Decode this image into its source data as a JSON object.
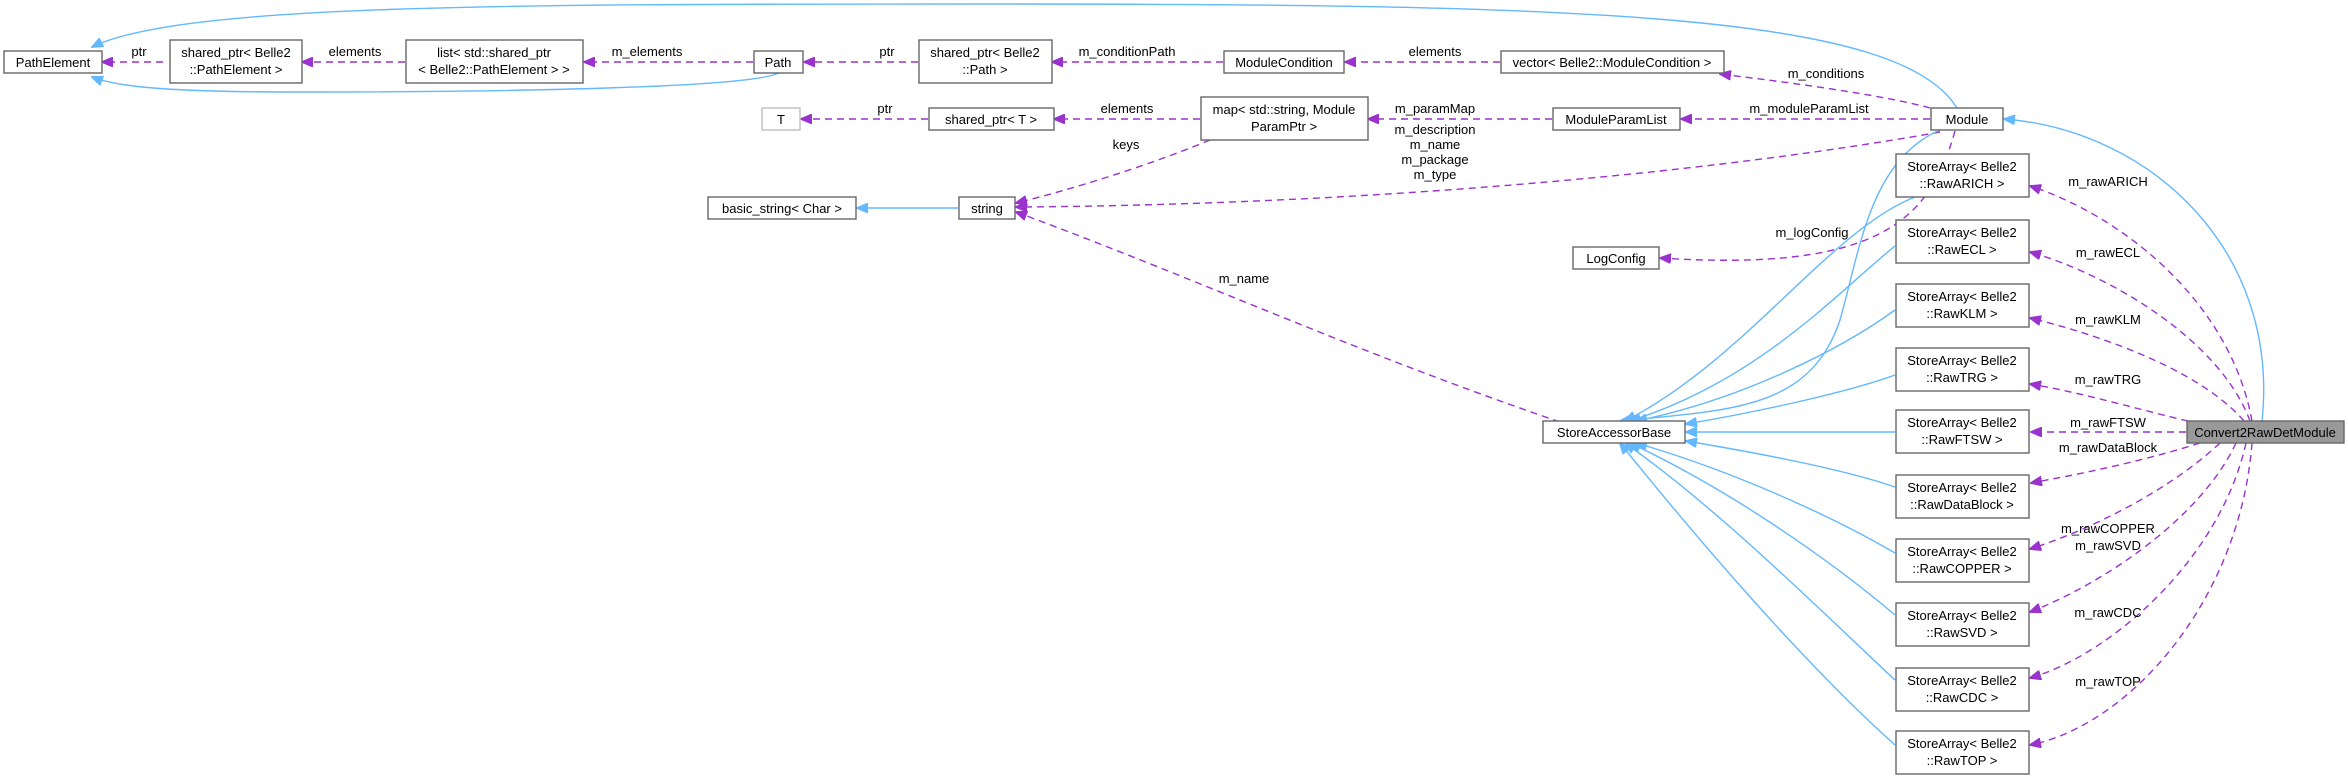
{
  "diagram": {
    "colors": {
      "inheritance_edge": "#63b8ff",
      "usage_edge": "#9a32cd",
      "focus_node_fill": "#999999",
      "node_border": "#666666"
    },
    "nodes": {
      "path_element": {
        "lines": [
          "PathElement"
        ]
      },
      "sp_path_element": {
        "lines": [
          "shared_ptr< Belle2",
          "::PathElement >"
        ]
      },
      "list_sp": {
        "lines": [
          "list< std::shared_ptr",
          "< Belle2::PathElement > >"
        ]
      },
      "path": {
        "lines": [
          "Path"
        ]
      },
      "sp_path": {
        "lines": [
          "shared_ptr< Belle2",
          "::Path >"
        ]
      },
      "module_condition": {
        "lines": [
          "ModuleCondition"
        ]
      },
      "vector_mc": {
        "lines": [
          "vector< Belle2::ModuleCondition >"
        ]
      },
      "module": {
        "lines": [
          "Module"
        ]
      },
      "t": {
        "lines": [
          "T"
        ]
      },
      "sp_t": {
        "lines": [
          "shared_ptr< T >"
        ]
      },
      "map_param": {
        "lines": [
          "map< std::string, Module",
          "ParamPtr >"
        ]
      },
      "module_param_list": {
        "lines": [
          "ModuleParamList"
        ]
      },
      "basic_string": {
        "lines": [
          "basic_string< Char >"
        ]
      },
      "string": {
        "lines": [
          "string"
        ]
      },
      "log_config": {
        "lines": [
          "LogConfig"
        ]
      },
      "store_accessor_base": {
        "lines": [
          "StoreAccessorBase"
        ]
      },
      "sa_arich": {
        "lines": [
          "StoreArray< Belle2",
          "::RawARICH >"
        ]
      },
      "sa_ecl": {
        "lines": [
          "StoreArray< Belle2",
          "::RawECL >"
        ]
      },
      "sa_klm": {
        "lines": [
          "StoreArray< Belle2",
          "::RawKLM >"
        ]
      },
      "sa_trg": {
        "lines": [
          "StoreArray< Belle2",
          "::RawTRG >"
        ]
      },
      "sa_ftsw": {
        "lines": [
          "StoreArray< Belle2",
          "::RawFTSW >"
        ]
      },
      "sa_datablock": {
        "lines": [
          "StoreArray< Belle2",
          "::RawDataBlock >"
        ]
      },
      "sa_copper": {
        "lines": [
          "StoreArray< Belle2",
          "::RawCOPPER >"
        ]
      },
      "sa_svd": {
        "lines": [
          "StoreArray< Belle2",
          "::RawSVD >"
        ]
      },
      "sa_cdc": {
        "lines": [
          "StoreArray< Belle2",
          "::RawCDC >"
        ]
      },
      "sa_top": {
        "lines": [
          "StoreArray< Belle2",
          "::RawTOP >"
        ]
      },
      "convert2raw": {
        "lines": [
          "Convert2RawDetModule"
        ]
      }
    },
    "edges": [
      {
        "id": "e-speptr-pe",
        "kind": "use",
        "labels": [
          "ptr"
        ]
      },
      {
        "id": "e-list-sppe",
        "kind": "use",
        "labels": [
          "elements"
        ]
      },
      {
        "id": "e-path-list",
        "kind": "use",
        "labels": [
          "m_elements"
        ]
      },
      {
        "id": "e-sppath-path",
        "kind": "use",
        "labels": [
          "ptr"
        ]
      },
      {
        "id": "e-mc-sppath",
        "kind": "use",
        "labels": [
          "m_conditionPath"
        ]
      },
      {
        "id": "e-vec-mc",
        "kind": "use",
        "labels": [
          "elements"
        ]
      },
      {
        "id": "e-module-vec",
        "kind": "use",
        "labels": [
          "m_conditions"
        ]
      },
      {
        "id": "e-spt-t",
        "kind": "use",
        "labels": [
          "ptr"
        ]
      },
      {
        "id": "e-map-spt",
        "kind": "use",
        "labels": [
          "elements"
        ]
      },
      {
        "id": "e-mpl-map",
        "kind": "use",
        "labels": [
          "m_paramMap"
        ]
      },
      {
        "id": "e-module-mpl",
        "kind": "use",
        "labels": [
          "m_moduleParamList"
        ]
      },
      {
        "id": "e-map-string",
        "kind": "use",
        "labels": [
          "keys"
        ]
      },
      {
        "id": "e-module-string",
        "kind": "use",
        "labels": [
          "m_description",
          "m_name",
          "m_package",
          "m_type"
        ]
      },
      {
        "id": "e-module-log",
        "kind": "use",
        "labels": [
          "m_logConfig"
        ]
      },
      {
        "id": "e-sab-string",
        "kind": "use",
        "labels": [
          "m_name"
        ]
      },
      {
        "id": "e-c2r-arich",
        "kind": "use",
        "labels": [
          "m_rawARICH"
        ]
      },
      {
        "id": "e-c2r-ecl",
        "kind": "use",
        "labels": [
          "m_rawECL"
        ]
      },
      {
        "id": "e-c2r-klm",
        "kind": "use",
        "labels": [
          "m_rawKLM"
        ]
      },
      {
        "id": "e-c2r-trg",
        "kind": "use",
        "labels": [
          "m_rawTRG"
        ]
      },
      {
        "id": "e-c2r-ftsw",
        "kind": "use",
        "labels": [
          "m_rawFTSW"
        ]
      },
      {
        "id": "e-c2r-datablock",
        "kind": "use",
        "labels": [
          "m_rawDataBlock"
        ]
      },
      {
        "id": "e-c2r-copper",
        "kind": "use",
        "labels": [
          "m_rawCOPPER"
        ]
      },
      {
        "id": "e-c2r-svd",
        "kind": "use",
        "labels": [
          "m_rawSVD"
        ]
      },
      {
        "id": "e-c2r-cdc",
        "kind": "use",
        "labels": [
          "m_rawCDC"
        ]
      },
      {
        "id": "e-c2r-top",
        "kind": "use",
        "labels": [
          "m_rawTOP"
        ]
      },
      {
        "id": "i-module-pe",
        "kind": "inherit",
        "labels": []
      },
      {
        "id": "i-path-pe",
        "kind": "inherit",
        "labels": []
      },
      {
        "id": "i-string-basic",
        "kind": "inherit",
        "labels": []
      },
      {
        "id": "i-module-sab",
        "kind": "inherit",
        "labels": []
      },
      {
        "id": "i-arich-sab",
        "kind": "inherit",
        "labels": []
      },
      {
        "id": "i-ecl-sab",
        "kind": "inherit",
        "labels": []
      },
      {
        "id": "i-klm-sab",
        "kind": "inherit",
        "labels": []
      },
      {
        "id": "i-trg-sab",
        "kind": "inherit",
        "labels": []
      },
      {
        "id": "i-ftsw-sab",
        "kind": "inherit",
        "labels": []
      },
      {
        "id": "i-datablock-sab",
        "kind": "inherit",
        "labels": []
      },
      {
        "id": "i-copper-sab",
        "kind": "inherit",
        "labels": []
      },
      {
        "id": "i-svd-sab",
        "kind": "inherit",
        "labels": []
      },
      {
        "id": "i-cdc-sab",
        "kind": "inherit",
        "labels": []
      },
      {
        "id": "i-top-sab",
        "kind": "inherit",
        "labels": []
      },
      {
        "id": "i-c2r-module",
        "kind": "inherit",
        "labels": []
      }
    ]
  }
}
